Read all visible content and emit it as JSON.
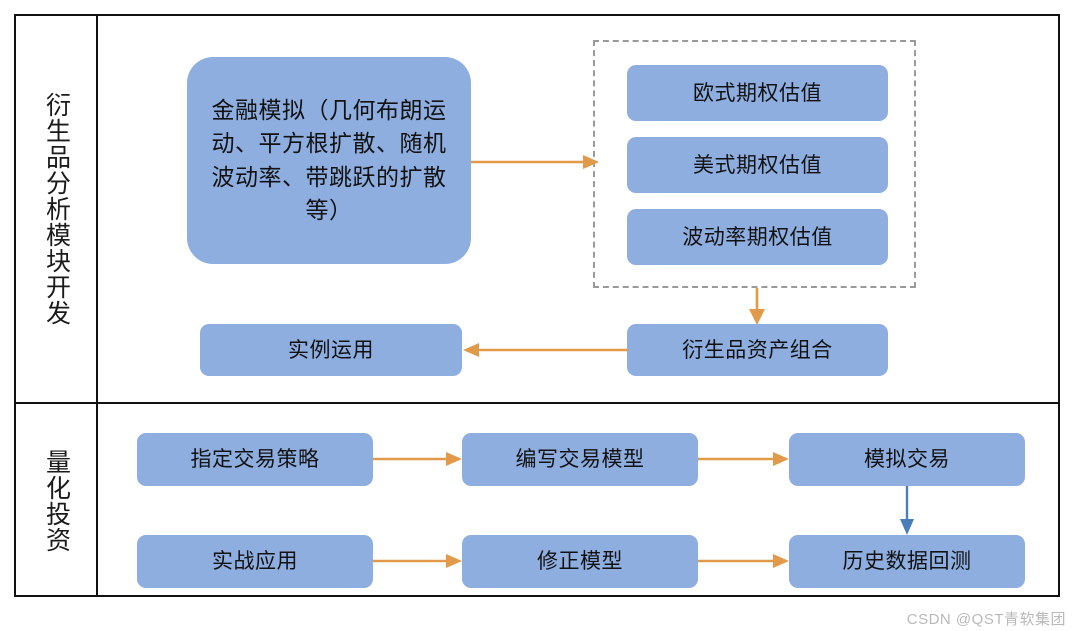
{
  "diagram": {
    "sections": [
      {
        "id": "derivatives",
        "label": "衍生品分析模块开发"
      },
      {
        "id": "quant",
        "label": "量化投资"
      }
    ],
    "nodes": {
      "simulation": "金融模拟（几何布朗运动、平方根扩散、随机波动率、带跳跃的扩散等）",
      "european": "欧式期权估值",
      "american": "美式期权估值",
      "volatility": "波动率期权估值",
      "portfolio": "衍生品资产组合",
      "example": "实例运用",
      "strategy": "指定交易策略",
      "model": "编写交易模型",
      "simtrade": "模拟交易",
      "practice": "实战应用",
      "revise": "修正模型",
      "backtest": "历史数据回测"
    },
    "colors": {
      "node_fill": "#8FAEE0",
      "arrow_orange": "#E09A4A",
      "arrow_blue": "#4A7EBB",
      "dashed_border": "#9A9A9A",
      "table_border": "#111111"
    },
    "watermark": "CSDN @QST青软集团"
  }
}
